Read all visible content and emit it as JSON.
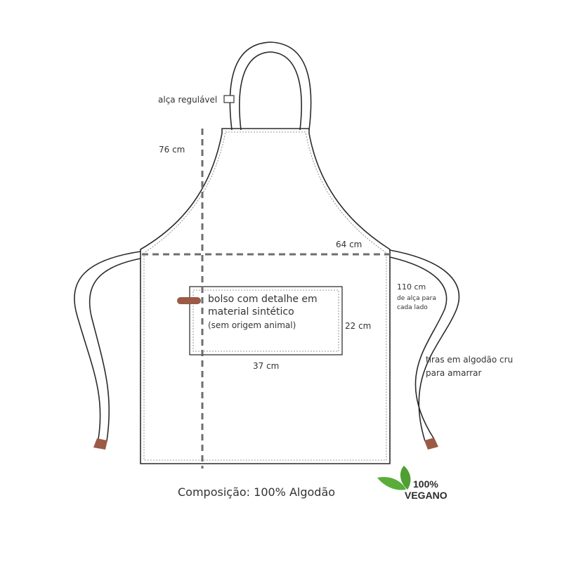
{
  "labels": {
    "adjustable_strap": "alça regulável",
    "height": "76 cm",
    "width": "64 cm",
    "pocket_line1": "bolso com detalhe em",
    "pocket_line2": "material sintético",
    "pocket_line3": "(sem origem animal)",
    "pocket_height": "22 cm",
    "pocket_width": "37 cm",
    "strap_length": "110 cm",
    "strap_note1": "de alça para",
    "strap_note2": "cada lado",
    "ties_line1": "tiras em algodão cru",
    "ties_line2": "para amarrar",
    "composition": "Composição: 100% Algodão"
  },
  "badge": {
    "line1": "100%",
    "line2": "VEGANO",
    "leaf_color": "#5aad3a"
  },
  "colors": {
    "outline": "#2a2a2a",
    "measure": "#6e6e6e",
    "leather": "#9b5a45"
  }
}
